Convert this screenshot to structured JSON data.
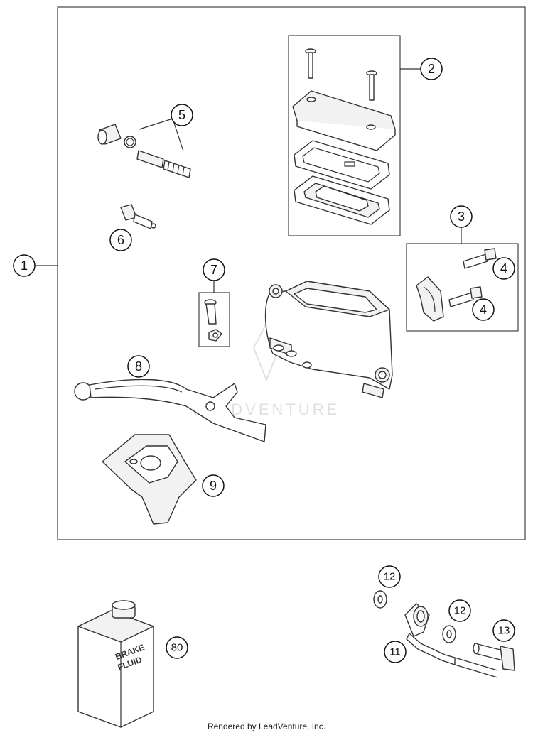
{
  "callouts": {
    "c1": "1",
    "c2": "2",
    "c3": "3",
    "c4a": "4",
    "c4b": "4",
    "c5": "5",
    "c6": "6",
    "c7": "7",
    "c8": "8",
    "c9": "9",
    "c80": "80",
    "c11": "11",
    "c12a": "12",
    "c12b": "12",
    "c13": "13"
  },
  "jug_label_line1": "BRAKE",
  "jug_label_line2": "FLUID",
  "watermark": "LEADVENTURE",
  "footer": "Rendered by LeadVenture, Inc."
}
